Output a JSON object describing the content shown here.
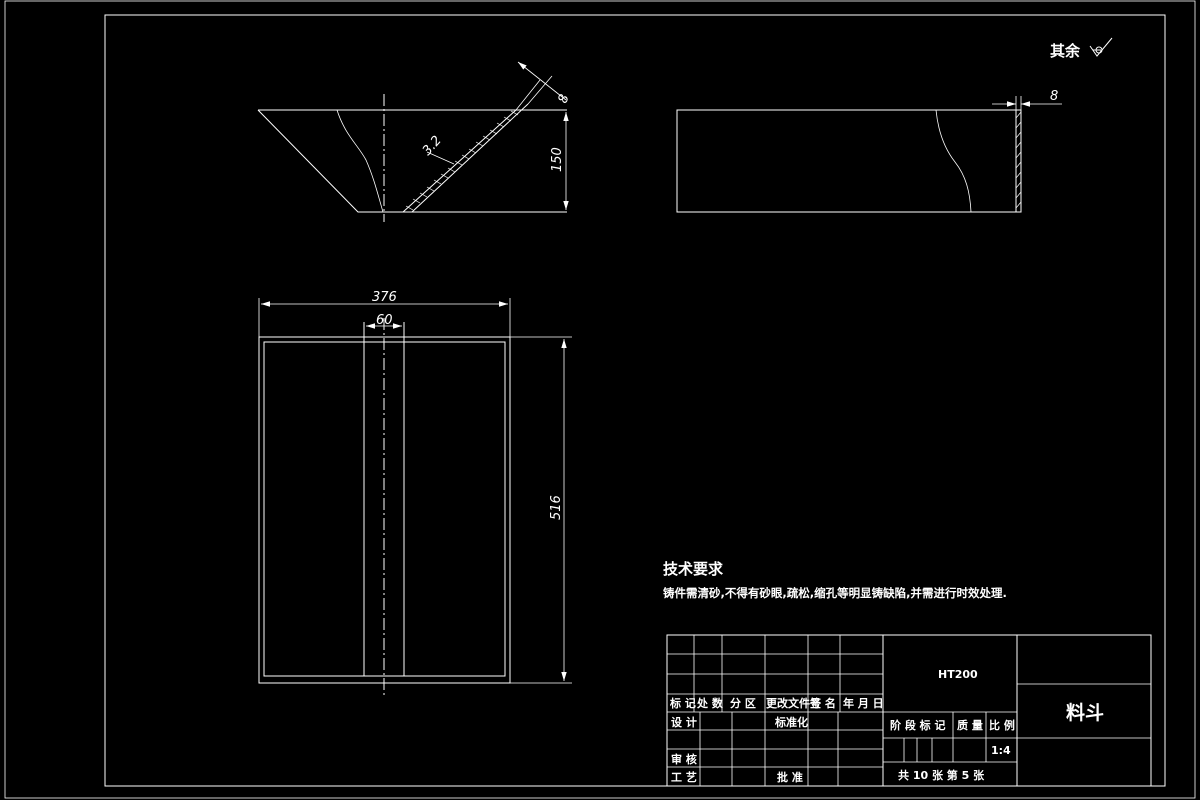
{
  "surface_finish": {
    "label": "其余"
  },
  "dimensions": {
    "top_plate_thickness": "8",
    "weld_size": "3.2",
    "height": "150",
    "side_wall_thickness": "8",
    "overall_width": "376",
    "rib_width": "60",
    "overall_length": "516"
  },
  "technical_requirements": {
    "title": "技术要求",
    "text": "铸件需清砂,不得有砂眼,疏松,缩孔等明显铸缺陷,并需进行时效处理."
  },
  "title_block": {
    "material": "HT200",
    "part_name": "料斗",
    "scale_value": "1:4",
    "sheet_info": "共 10 张  第 5 张",
    "headers": {
      "mark": "标 记",
      "count": "处 数",
      "zone": "分 区",
      "change_doc": "更改文件号",
      "signature": "签 名",
      "date": "年 月 日"
    },
    "roles": {
      "design": "设 计",
      "standardize": "标准化",
      "review": "审 核",
      "process": "工 艺",
      "approve": "批 准"
    },
    "stage_mark": "阶 段 标 记",
    "weight": "质 量",
    "scale": "比 例"
  }
}
